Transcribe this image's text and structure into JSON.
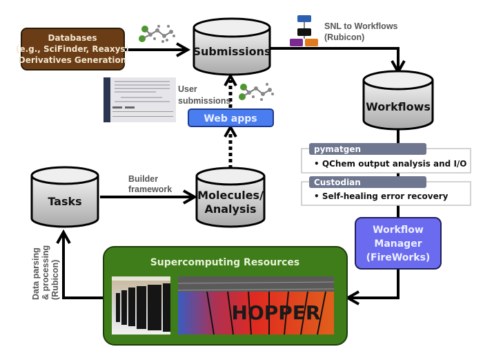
{
  "nodes": {
    "databases": {
      "lines": [
        "Databases",
        "(e.g., SciFinder, Reaxys)",
        "Derivatives Generation"
      ],
      "color": "#6b3d16"
    },
    "submissions": {
      "label": "Submissions"
    },
    "workflows": {
      "label": "Workflows"
    },
    "tasks": {
      "label": "Tasks"
    },
    "molecules": {
      "lines": [
        "Molecules/",
        "Analysis"
      ]
    },
    "web_apps": {
      "label": "Web apps",
      "color": "#4a7ef0"
    },
    "workflow_manager": {
      "lines": [
        "Workflow",
        "Manager",
        "(FireWorks)"
      ],
      "color": "#6b6bf0"
    },
    "supercomputing": {
      "label": "Supercomputing Resources",
      "color": "#3f7d1a",
      "hopper_text": "HOPPER"
    }
  },
  "panels": {
    "pymatgen": {
      "header": "pymatgen",
      "item": "• QChem output analysis and I/O"
    },
    "custodian": {
      "header": "Custodian",
      "item": "• Self-healing error recovery"
    }
  },
  "annotations": {
    "snl": [
      "SNL to Workflows",
      "(Rubicon)"
    ],
    "user_submissions": [
      "User",
      "submissions"
    ],
    "builder": [
      "Builder",
      "framework"
    ],
    "data_parsing": [
      "Data parsing",
      "& processing",
      "(Rubicon)"
    ]
  }
}
